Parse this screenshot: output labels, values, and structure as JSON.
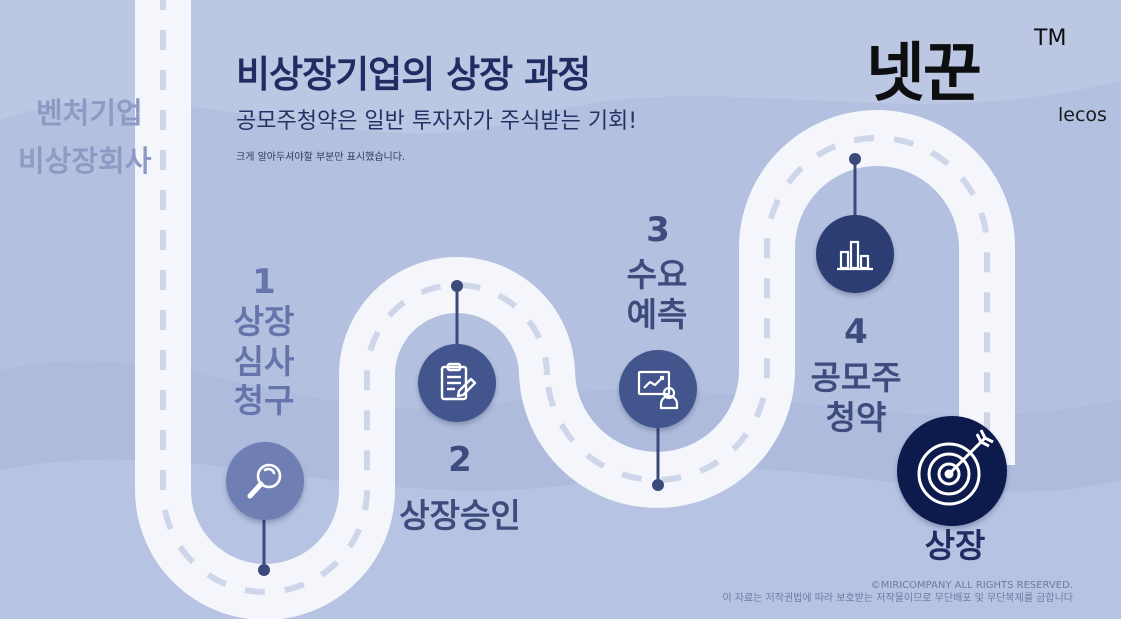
{
  "header": {
    "title": "비상장기업의 상장 과정",
    "subtitle": "공모주청약은 일반 투자자가 주식받는 기회!",
    "note": "크게 알아두셔야할 부분만 표시했습니다."
  },
  "side_label": {
    "line1": "벤처기업",
    "line2": "비상장회사"
  },
  "logo": {
    "text": "넷꾼",
    "tm": "TM",
    "sub": "lecos"
  },
  "steps": [
    {
      "num": "1",
      "lines": [
        "상장",
        "심사",
        "청구"
      ],
      "icon": "magnifier-icon"
    },
    {
      "num": "2",
      "lines": [
        "상장승인"
      ],
      "icon": "clipboard-icon"
    },
    {
      "num": "3",
      "lines": [
        "수요",
        "예측"
      ],
      "icon": "presentation-icon"
    },
    {
      "num": "4",
      "lines": [
        "공모주",
        "청약"
      ],
      "icon": "bar-chart-icon"
    }
  ],
  "goal": {
    "label": "상장",
    "icon": "target-icon"
  },
  "footer": {
    "copyright": "©MIRICOMPANY ALL RIGHTS RESERVED.",
    "warning": "이 자료는 저작권법에 따라 보호받는 저작물이므로 무단배포 및 무단복제를 금합니다"
  },
  "colors": {
    "background": "#b3c0df",
    "road": "#f4f6fb",
    "road_dash": "#ced6ea",
    "title": "#1f2d63",
    "step_text": "#3d4c7d",
    "circle_light": "#6f7fb4",
    "circle_mid": "#42558c",
    "circle_dark": "#2c3d74",
    "goal_circle": "#0d1a4c"
  }
}
